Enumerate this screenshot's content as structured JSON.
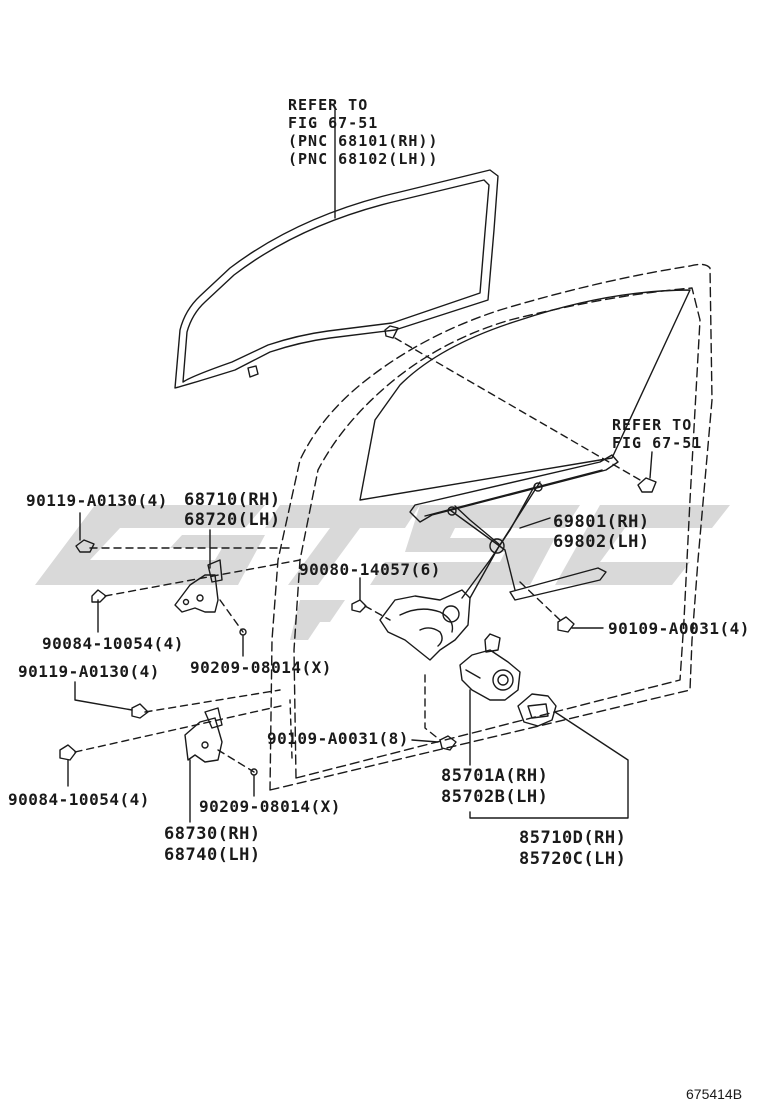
{
  "refer_top": [
    "REFER TO",
    "FIG 67-51",
    "(PNC 68101(RH))",
    "(PNC 68102(LH))"
  ],
  "refer_right": [
    "REFER TO",
    "FIG 67-51"
  ],
  "parts": {
    "hinge_bolt_upper": "90119-A0130(4)",
    "hinge_upper": [
      "68710(RH)",
      "68720(LH)"
    ],
    "regulator": [
      "69801(RH)",
      "69802(LH)"
    ],
    "bolt_90080": "90080-14057(6)",
    "bolt_90084_upper": "90084-10054(4)",
    "plug_upper": "90209-08014(X)",
    "bolt_90109_right": "90109-A0031(4)",
    "hinge_bolt_lower": "90119-A0130(4)",
    "bolt_90109_lower": "90109-A0031(8)",
    "bolt_90084_lower": "90084-10054(4)",
    "plug_lower": "90209-08014(X)",
    "motor": [
      "85701A(RH)",
      "85702B(LH)"
    ],
    "hinge_lower": [
      "68730(RH)",
      "68740(LH)"
    ],
    "switch": [
      "85710D(RH)",
      "85720C(LH)"
    ]
  },
  "figure_number": "675414B",
  "watermark_text": "GTSC",
  "colors": {
    "line": "#1a1a1a",
    "watermark": "#d8d8d8"
  }
}
